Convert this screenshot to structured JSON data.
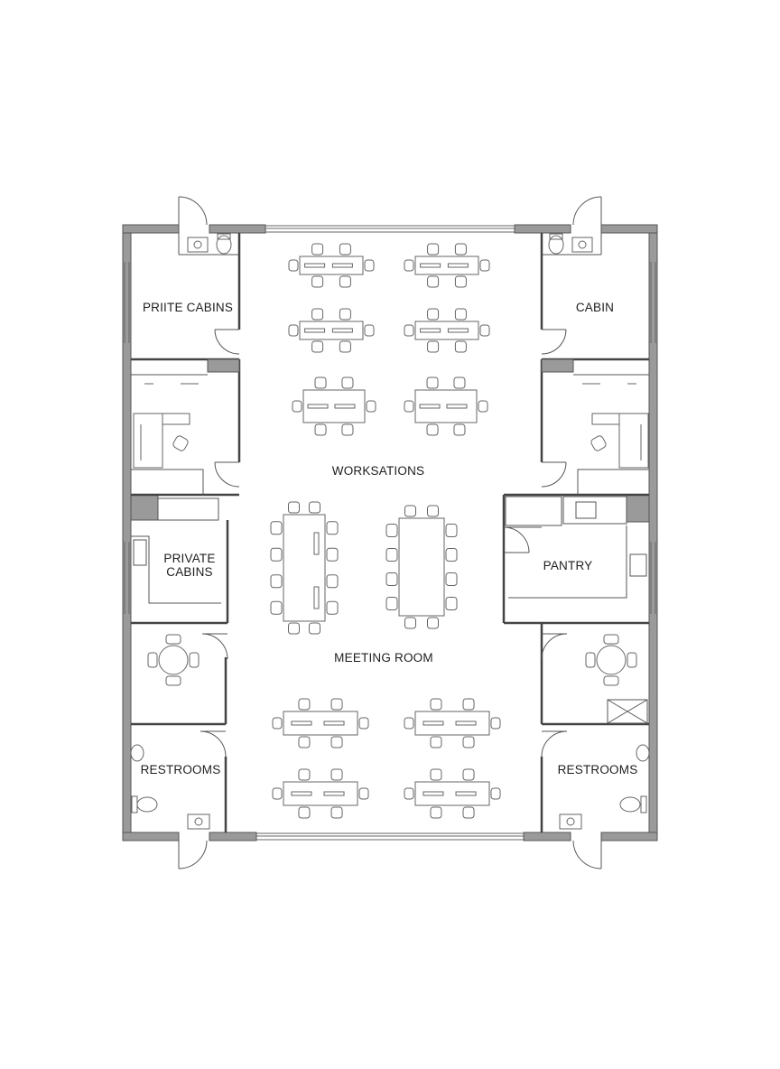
{
  "rooms": {
    "private_cabins_top": "PRIITE CABINS",
    "cabin": "CABIN",
    "workstations": "WORKSATIONS",
    "private_cabins_left_1": "PRIVATE",
    "private_cabins_left_2": "CABINS",
    "pantry": "PANTRY",
    "meeting_room": "MEETING ROOM",
    "restrooms_left": "RESTROOMS",
    "restrooms_right": "RESTROOMS"
  },
  "colors": {
    "wall": "#555555",
    "wall_fill": "#9a9a9a",
    "line": "#444444",
    "furniture": "#666666",
    "background": "#ffffff"
  }
}
